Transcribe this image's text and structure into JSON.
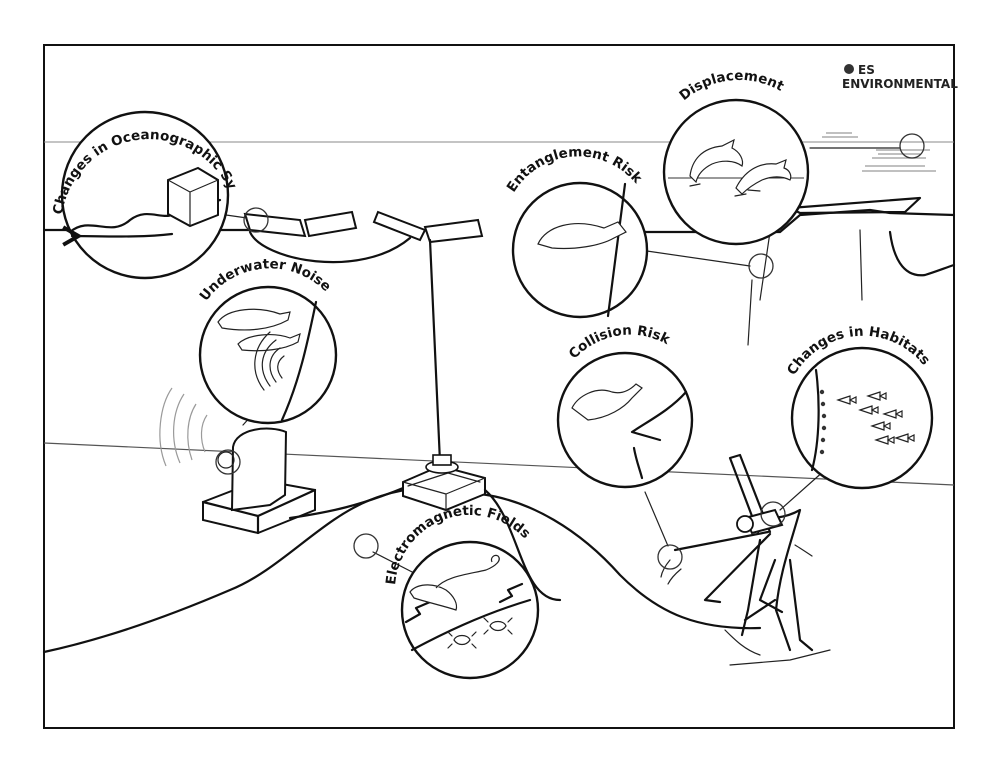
{
  "logo": {
    "line1": "ES",
    "line2": "ENVIRONMENTAL"
  },
  "labels": {
    "oceanographic": "Changes in Oceanographic Systems",
    "displacement": "Displacement",
    "entanglement": "Entanglement Risk",
    "underwater_noise": "Underwater Noise",
    "collision": "Collision Risk",
    "habitats": "Changes in Habitats",
    "electromagnetic": "Electromagnetic Fields"
  }
}
